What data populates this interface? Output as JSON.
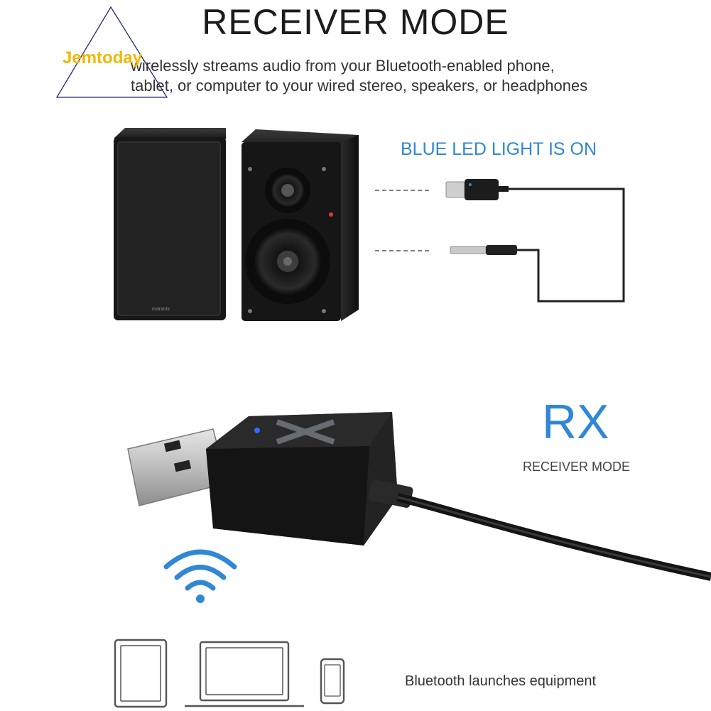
{
  "watermark": {
    "text": "Jemtoday"
  },
  "header": {
    "title": "RECEIVER MODE",
    "lines": [
      "wirelessly streams audio from your Bluetooth-enabled phone,",
      "tablet, or computer to your wired stereo, speakers, or headphones"
    ]
  },
  "diagram": {
    "led_label": "BLUE LED LIGHT IS ON",
    "speaker_brand": "marantz"
  },
  "mode": {
    "code": "RX",
    "label": "RECEIVER MODE"
  },
  "devices": {
    "label": "Bluetooth launches equipment"
  },
  "colors": {
    "accent_blue": "#2f87d6",
    "watermark_yellow": "#f2b705",
    "watermark_navy": "#1f2a78",
    "speaker_body": "#1a1a1a"
  },
  "icons": [
    "wifi-icon",
    "tablet-icon",
    "laptop-icon",
    "phone-icon"
  ]
}
